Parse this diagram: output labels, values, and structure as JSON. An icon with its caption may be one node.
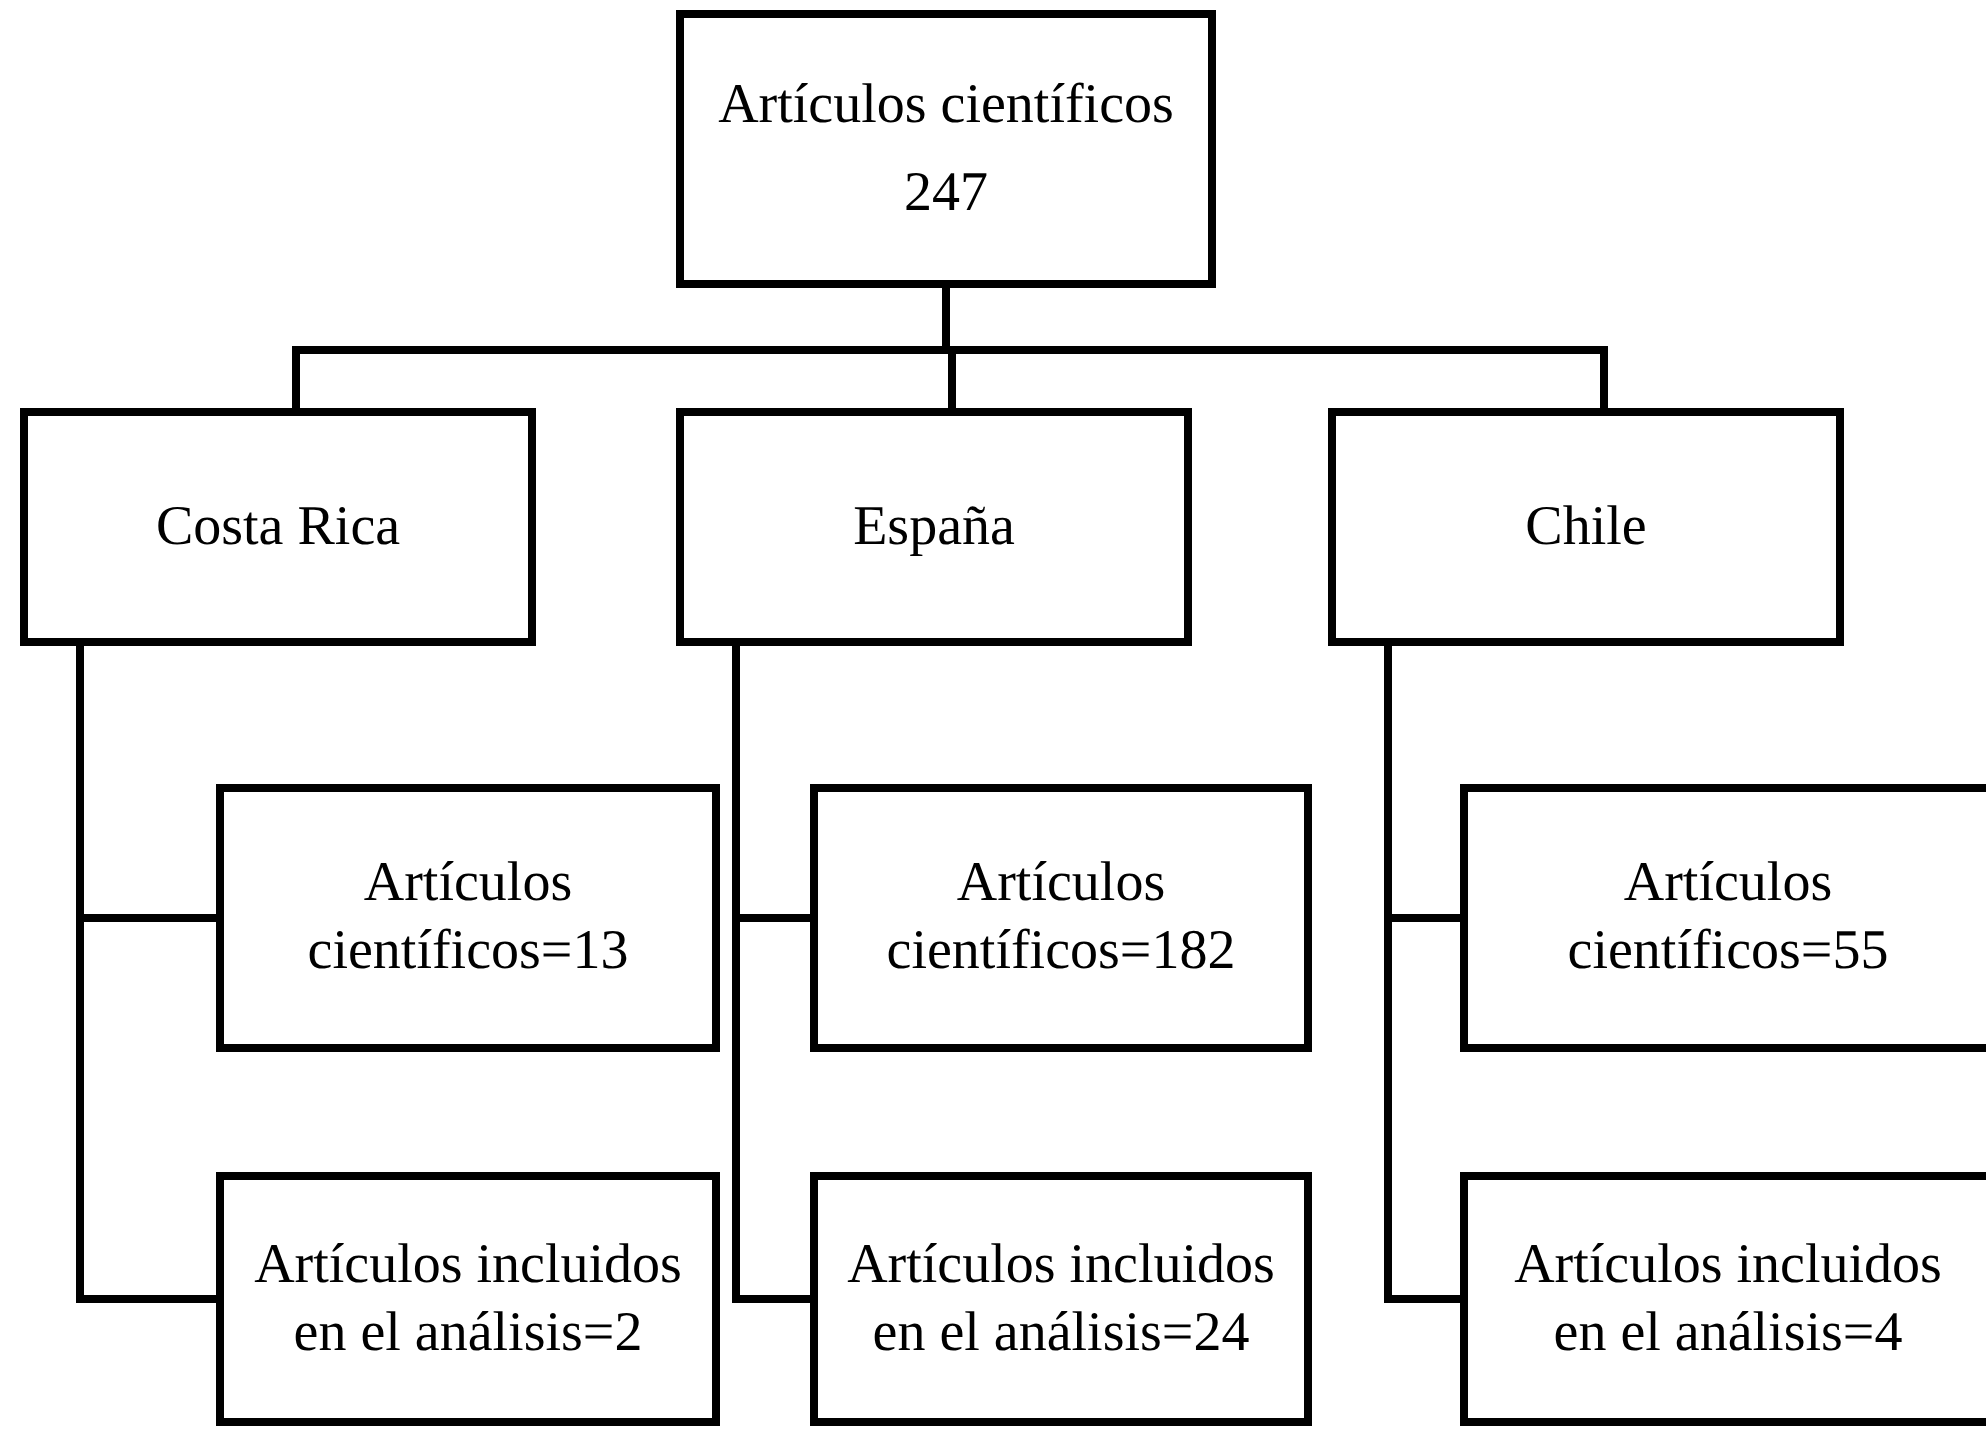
{
  "diagram": {
    "nodes": [
      {
        "text": [
          "Artículos científicos",
          "247"
        ]
      },
      {
        "text": [
          "Costa Rica"
        ]
      },
      {
        "text": [
          "España"
        ]
      },
      {
        "text": [
          "Chile"
        ]
      },
      {
        "text": [
          "Artículos científicos=13"
        ]
      },
      {
        "text": [
          "Artículos incluidos en el análisis=2"
        ]
      },
      {
        "text": [
          "Artículos científicos=182"
        ]
      },
      {
        "text": [
          "Artículos incluidos en el análisis=24"
        ]
      },
      {
        "text": [
          "Artículos científicos=55"
        ]
      },
      {
        "text": [
          "Artículos incluidos en el análisis=4"
        ]
      }
    ],
    "edges": [
      {
        "from": 0,
        "to": 1,
        "arrow": "none"
      },
      {
        "from": 0,
        "to": 2,
        "arrow": "none"
      },
      {
        "from": 0,
        "to": 3,
        "arrow": "none"
      },
      {
        "from": 1,
        "to": 4,
        "arrow": "none"
      },
      {
        "from": 1,
        "to": 5,
        "arrow": "none"
      },
      {
        "from": 2,
        "to": 6,
        "arrow": "none"
      },
      {
        "from": 2,
        "to": 7,
        "arrow": "none"
      },
      {
        "from": 3,
        "to": 8,
        "arrow": "none"
      },
      {
        "from": 3,
        "to": 9,
        "arrow": "none"
      }
    ]
  }
}
